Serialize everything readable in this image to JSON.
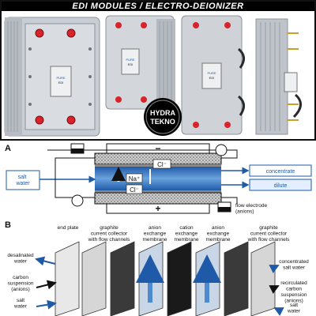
{
  "header": {
    "title": "EDI MODULES / ELECTRO-DEIONIZER"
  },
  "logo": {
    "line1": "HYDRA",
    "line2": "TEKNO"
  },
  "module_label": {
    "brand": "PURE",
    "model": "EDI"
  },
  "colors": {
    "water_blue": "#1f5aa8",
    "light_blue": "#7fb2e6",
    "electrode_black": "#111111",
    "membrane_gray": "#8a8a8a",
    "frame_gray": "#c9ced4"
  },
  "panel_a": {
    "letter": "A",
    "minus": "−",
    "plus": "+",
    "ion_top": "Cl⁻",
    "ion_mid": "Na⁺",
    "ion_bot": "Cl⁻",
    "inlet": "salt\nwater",
    "out_concentrate": "concentrate",
    "out_dilute": "dilute",
    "flow_electrode": "flow electrode\n(anions)"
  },
  "panel_b": {
    "letter": "B",
    "labels": {
      "end_plate": "end plate",
      "graphite_left": "graphite\ncurrent collector\nwith flow channels",
      "anion_membrane": "anion\nexchange\nmembrane",
      "cation_membrane": "cation\nexchange\nmembrane",
      "anion_membrane_2": "anion\nexchange\nmembrane",
      "graphite_right": "graphite\ncurrent collector\nwith flow channels",
      "desalinated": "desalinated\nwater",
      "carbon_suspension": "carbon\nsuspension\n(anions)",
      "salt_left": "salt\nwater",
      "concentrated": "concentrated\nsalt water",
      "recirculated": "recirculated\ncarbon\nsuspension\n(anions)",
      "salt_right": "salt\nwater"
    }
  }
}
